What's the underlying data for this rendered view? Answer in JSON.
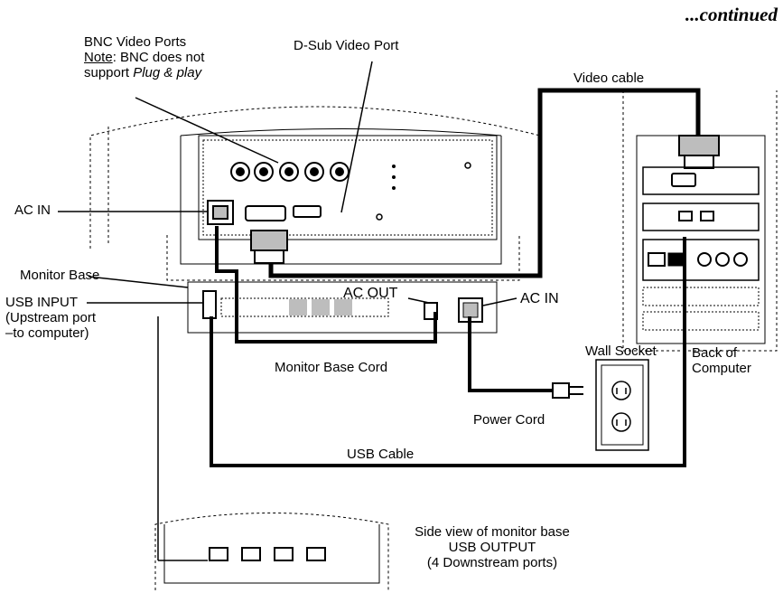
{
  "header": {
    "continued": "...continued"
  },
  "labels": {
    "bnc_title": "BNC Video Ports",
    "bnc_note_prefix": "Note",
    "bnc_note_rest": ": BNC does not",
    "bnc_note_line2_a": "support ",
    "bnc_note_line2_b": "Plug & play",
    "dsub": "D-Sub Video Port",
    "video_cable": "Video   cable",
    "ac_in_left": "AC IN",
    "monitor_base": "Monitor Base",
    "usb_input": "USB INPUT",
    "usb_input_l2": "(Upstream port",
    "usb_input_l3": "–to computer)",
    "ac_out": "AC OUT",
    "ac_in_right": "AC IN",
    "monitor_base_cord": "Monitor Base Cord",
    "wall_socket": "Wall Socket",
    "back_of_computer_l1": "Back of",
    "back_of_computer_l2": "Computer",
    "power_cord": "Power Cord",
    "usb_cable": "USB Cable",
    "side_view_l1": "Side view of monitor base",
    "side_view_l2": "USB OUTPUT",
    "side_view_l3": "(4 Downstream ports)"
  },
  "colors": {
    "line": "#000000",
    "paper": "#ffffff",
    "shade": "#bdbdbd"
  }
}
